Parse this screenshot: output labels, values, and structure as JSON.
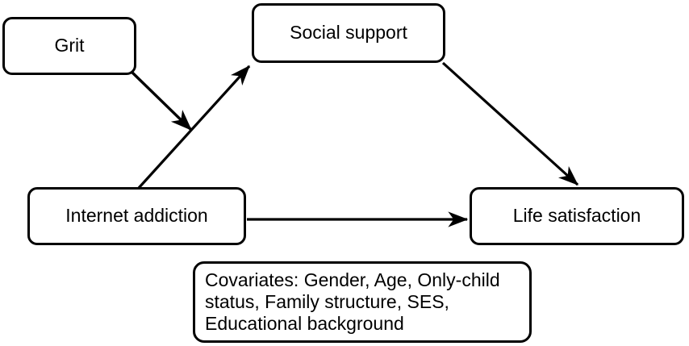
{
  "diagram": {
    "type": "path-model",
    "background_color": "#ffffff",
    "stroke_color": "#000000",
    "nodes": [
      {
        "id": "grit",
        "label": "Grit",
        "shape": "rounded-rectangle"
      },
      {
        "id": "social_support",
        "label": "Social support",
        "shape": "rounded-rectangle"
      },
      {
        "id": "internet_addiction",
        "label": "Internet addiction",
        "shape": "rounded-rectangle"
      },
      {
        "id": "life_satisfaction",
        "label": "Life satisfaction",
        "shape": "rounded-rectangle"
      },
      {
        "id": "covariates",
        "label": "Covariates: Gender, Age, Only-child status, Family structure, SES, Educational background",
        "shape": "rounded-rectangle"
      }
    ],
    "edges": [
      {
        "id": "internet-addiction-to-social-support",
        "from": "internet_addiction",
        "to": "social_support",
        "style": "solid-arrow"
      },
      {
        "id": "social-support-to-life-satisfaction",
        "from": "social_support",
        "to": "life_satisfaction",
        "style": "solid-arrow"
      },
      {
        "id": "internet-addiction-to-life-satisfaction",
        "from": "internet_addiction",
        "to": "life_satisfaction",
        "style": "solid-arrow"
      },
      {
        "id": "grit-to-path-moderation",
        "from": "grit",
        "to": "internet-addiction-to-social-support",
        "style": "solid-arrow-moderator"
      }
    ]
  }
}
